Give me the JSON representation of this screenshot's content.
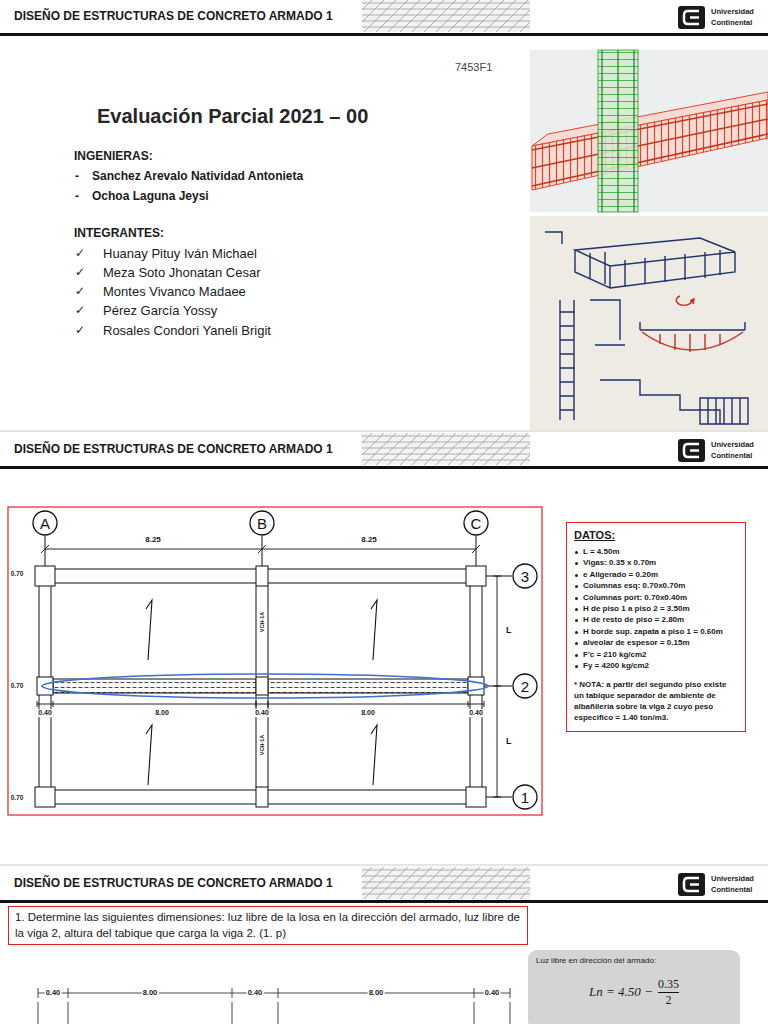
{
  "diagram": {
    "title": "Evaluación Parcial 2021 – 00",
    "nodes": [
      {
        "text": [
          "A"
        ]
      },
      {
        "text": [
          "B"
        ]
      },
      {
        "text": [
          "C"
        ]
      },
      {
        "text": [
          "3"
        ]
      },
      {
        "text": [
          "2"
        ]
      },
      {
        "text": [
          "1"
        ]
      },
      {
        "text": [
          "DATOS:",
          "L = 4.50m",
          "Vigas: 0.35 x 0.70m",
          "e Aligerado = 0.20m",
          "Columnas esq: 0.70x0.70m",
          "Columnas port: 0.70x0.40m",
          "H de piso 1 a piso 2 = 3.50m",
          "H de resto de piso = 2.80m",
          "H borde sup. zapata a piso 1 = 0.60m",
          "alveolar de espesor = 0.15m",
          "F'c = 210 kg/cm2",
          "Fy = 4200 kg/cm2",
          "* NOTA: a partir del segundo piso existe un tabique separador de ambiente de albañilería sobre la viga 2 cuyo peso especifico = 1.40 ton/m3."
        ]
      },
      {
        "text": [
          "1. Determine las siguientes dimensiones: luz libre de la losa en la dirección del armado, luz libre de la viga 2, altura del tabique que carga la viga 2. (1. p)"
        ]
      },
      {
        "text": [
          "Luz libre en dirección del armado:",
          "Ln = 4.50 −",
          "0.35",
          "2"
        ]
      }
    ],
    "labels": [
      "DISEÑO DE ESTRUCTURAS DE CONCRETO ARMADO 1",
      "Universidad",
      "Continental",
      "7453F1",
      "INGENIERAS:",
      "-",
      "Sanchez Arevalo Natividad Antonieta",
      "-",
      "Ochoa Laguna Jeysi",
      "INTEGRANTES:",
      "✓",
      "Huanay Pituy Iván Michael",
      "✓",
      "Meza Soto Jhonatan Cesar",
      "✓",
      "Montes Vivanco Madaee",
      "✓",
      "Pérez García Yossy",
      "✓",
      "Rosales Condori Yaneli Brigit",
      "DISEÑO DE ESTRUCTURAS DE CONCRETO ARMADO 1",
      "Universidad",
      "Continental",
      "8.25",
      "8.25",
      "0.70",
      "0.70",
      "0.70",
      "0.40",
      "8.00",
      "0.40",
      "8.00",
      "0.40",
      "L",
      "L",
      "VCH-1A",
      "VCH-1A",
      "DISEÑO DE ESTRUCTURAS DE CONCRETO ARMADO 1",
      "Universidad",
      "Continental",
      "0.40",
      "8.00",
      "0.40",
      "8.00",
      "0.40"
    ]
  }
}
